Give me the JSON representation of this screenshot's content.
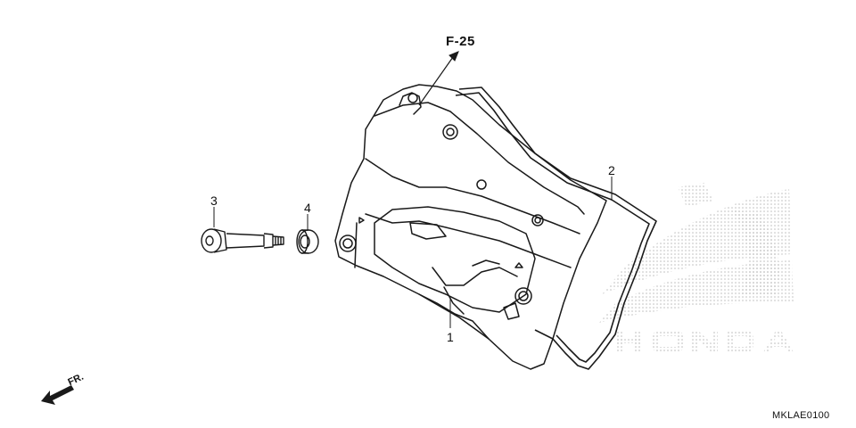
{
  "reference_label": "F-25",
  "callouts": [
    {
      "id": "1",
      "label": "1"
    },
    {
      "id": "2",
      "label": "2"
    },
    {
      "id": "3",
      "label": "3"
    },
    {
      "id": "4",
      "label": "4"
    }
  ],
  "front_label": "FR.",
  "diagram_code": "MKLAE0100",
  "watermark_text": "HONDA",
  "colors": {
    "line": "#1a1a1a",
    "watermark": "#bdbdbd"
  }
}
